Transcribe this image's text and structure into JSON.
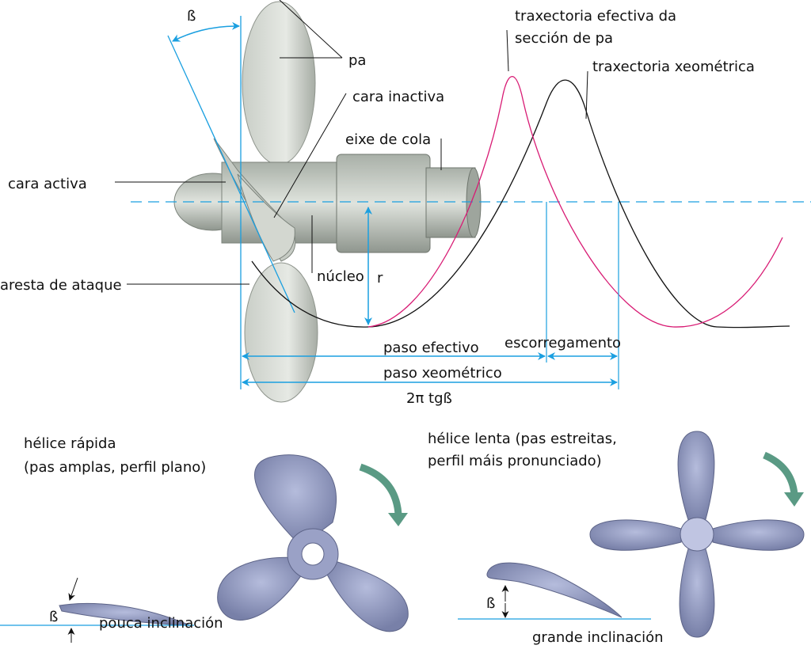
{
  "colors": {
    "blue": "#1a9fe0",
    "magenta": "#d81b74",
    "metal": "#b9c0b8",
    "blade_blue": "#8f97bd",
    "arrow_green": "#5a9a84"
  },
  "top": {
    "beta": "ß",
    "labels": {
      "pa": "pa",
      "cara_inactiva": "cara inactiva",
      "eixe_de_cola": "eixe de cola",
      "cara_activa": "cara activa",
      "aresta_de_ataque": "aresta de ataque",
      "nucleo": "núcleo",
      "r": "r",
      "traxectoria_efectiva_1": "traxectoria efectiva da",
      "traxectoria_efectiva_2": "sección de pa",
      "traxectoria_xeometrica": "traxectoria xeométrica"
    },
    "dimensions": {
      "paso_efectivo": "paso efectivo",
      "escorregamento": "escorregamento",
      "paso_xeometrico": "paso xeométrico",
      "formula": "2π tgß"
    }
  },
  "bottom": {
    "fast": {
      "title": "hélice rápida",
      "subtitle": "(pas amplas, perfil plano)",
      "beta": "ß",
      "caption": "pouca inclinación"
    },
    "slow": {
      "title": "hélice lenta (pas estreitas,",
      "subtitle": "perfil máis pronunciado)",
      "beta": "ß",
      "caption": "grande inclinación"
    }
  }
}
